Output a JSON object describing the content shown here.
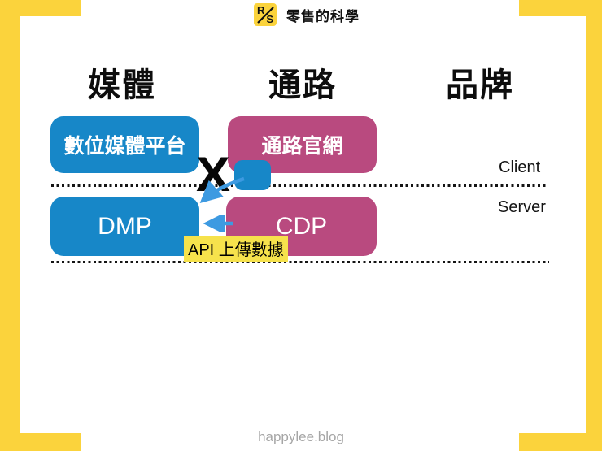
{
  "logo": {
    "mark_top": "R",
    "mark_bottom": "S",
    "title": "零售的科學"
  },
  "columns": {
    "media": "媒體",
    "channel": "通路",
    "brand": "品牌"
  },
  "boxes": {
    "digital_media_platform": "數位媒體平台",
    "channel_official_site": "通路官網",
    "dmp": "DMP",
    "cdp": "CDP"
  },
  "labels": {
    "client": "Client",
    "server": "Server",
    "blocked_symbol": "X",
    "api_upload": "API 上傳數據"
  },
  "footer": {
    "site": "happylee.blog"
  },
  "colors": {
    "frame_yellow": "#fbd33c",
    "box_blue": "#1787c8",
    "box_pink": "#b94a7f",
    "arrow_blue": "#3d9ae1",
    "highlight_yellow": "#f6e24c",
    "footer_gray": "#a6a6a6"
  }
}
